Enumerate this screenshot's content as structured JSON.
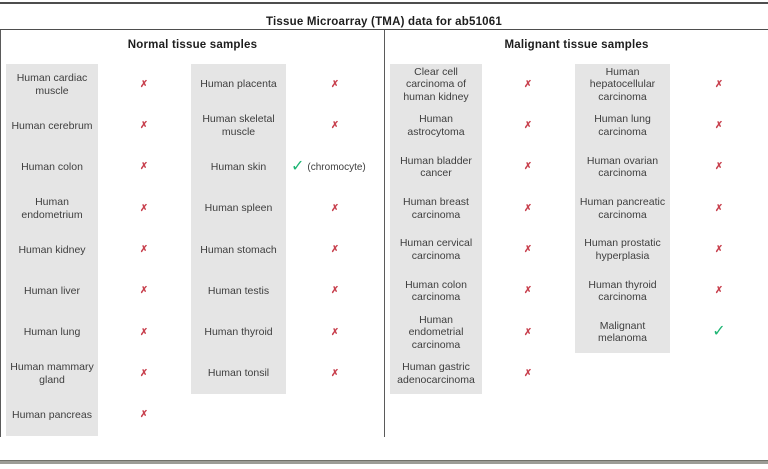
{
  "title": "Tissue Microarray (TMA) data for ab51061",
  "marks": {
    "negative": "✗",
    "positive": "✓"
  },
  "colors": {
    "negative": "#c8414e",
    "positive": "#1db573",
    "panel_bg": "#e5e5e5",
    "rule": "#4e4e4e"
  },
  "sections": [
    {
      "header": "Normal tissue samples",
      "columns": [
        {
          "rows": [
            {
              "label": "Human cardiac muscle",
              "result": "negative"
            },
            {
              "label": "Human cerebrum",
              "result": "negative"
            },
            {
              "label": "Human colon",
              "result": "negative"
            },
            {
              "label": "Human endometrium",
              "result": "negative"
            },
            {
              "label": "Human kidney",
              "result": "negative"
            },
            {
              "label": "Human liver",
              "result": "negative"
            },
            {
              "label": "Human lung",
              "result": "negative"
            },
            {
              "label": "Human mammary gland",
              "result": "negative"
            },
            {
              "label": "Human pancreas",
              "result": "negative"
            }
          ]
        },
        {
          "rows": [
            {
              "label": "Human placenta",
              "result": "negative"
            },
            {
              "label": "Human skeletal muscle",
              "result": "negative"
            },
            {
              "label": "Human skin",
              "result": "positive",
              "note": "(chromocyte)"
            },
            {
              "label": "Human spleen",
              "result": "negative"
            },
            {
              "label": "Human stomach",
              "result": "negative"
            },
            {
              "label": "Human testis",
              "result": "negative"
            },
            {
              "label": "Human thyroid",
              "result": "negative"
            },
            {
              "label": "Human tonsil",
              "result": "negative"
            }
          ]
        }
      ]
    },
    {
      "header": "Malignant tissue samples",
      "columns": [
        {
          "rows": [
            {
              "label": "Clear cell carcinoma of human kidney",
              "result": "negative"
            },
            {
              "label": "Human astrocytoma",
              "result": "negative"
            },
            {
              "label": "Human bladder cancer",
              "result": "negative"
            },
            {
              "label": "Human breast carcinoma",
              "result": "negative"
            },
            {
              "label": "Human cervical carcinoma",
              "result": "negative"
            },
            {
              "label": "Human colon carcinoma",
              "result": "negative"
            },
            {
              "label": "Human endometrial carcinoma",
              "result": "negative"
            },
            {
              "label": "Human gastric adenocarcinoma",
              "result": "negative"
            }
          ]
        },
        {
          "rows": [
            {
              "label": "Human hepatocellular carcinoma",
              "result": "negative"
            },
            {
              "label": "Human lung carcinoma",
              "result": "negative"
            },
            {
              "label": "Human ovarian carcinoma",
              "result": "negative"
            },
            {
              "label": "Human pancreatic carcinoma",
              "result": "negative"
            },
            {
              "label": "Human prostatic hyperplasia",
              "result": "negative"
            },
            {
              "label": "Human thyroid carcinoma",
              "result": "negative"
            },
            {
              "label": "Malignant melanoma",
              "result": "positive"
            }
          ]
        }
      ]
    }
  ]
}
